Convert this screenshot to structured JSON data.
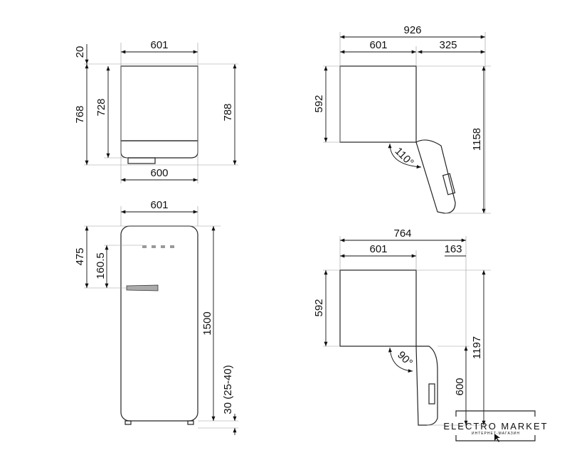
{
  "views": {
    "top_closed": {
      "width_top": "601",
      "width_bottom": "600",
      "offset": "20",
      "depth_total": "768",
      "depth_body": "728",
      "depth_with_door": "788"
    },
    "top_open_110": {
      "total_width": "926",
      "body_width": "601",
      "door_overhang": "325",
      "depth_body": "592",
      "depth_open": "1158",
      "angle": "110°"
    },
    "front": {
      "width": "601",
      "handle_from_top": "475",
      "handle_length": "160.5",
      "height": "1500",
      "feet": "30 (25-40)"
    },
    "top_open_90": {
      "total_width": "764",
      "body_width": "601",
      "door_overhang": "163",
      "depth_body": "592",
      "depth_open": "1197",
      "door_width": "600",
      "angle": "90°"
    }
  },
  "watermark": {
    "title": "ELECTRO MARKET",
    "subtitle": "ИНТЕРНЕТ-МАГАЗИН"
  }
}
